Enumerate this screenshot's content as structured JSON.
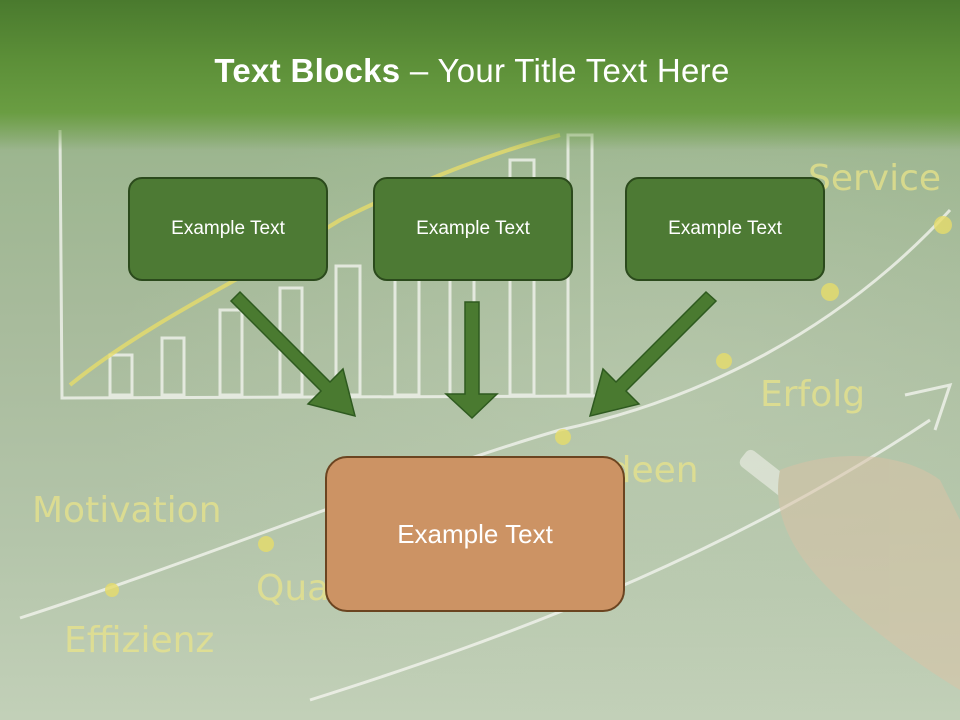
{
  "slide": {
    "title_bold": "Text Blocks",
    "title_dash": " – ",
    "title_rest": "Your Title Text Here"
  },
  "boxes": {
    "top_left": "Example Text",
    "top_center": "Example Text",
    "top_right": "Example Text",
    "bottom": "Example Text"
  },
  "background_words": {
    "service": "Service",
    "erfolg": "Erfolg",
    "ideen": "Ideen",
    "motivation": "Motivation",
    "qualitaet": "Qua",
    "effizienz": "Effizienz"
  },
  "colors": {
    "header_green": "#5c8f38",
    "box_green": "#4d7a34",
    "box_orange": "#cc9364",
    "arrow_green": "#4a7a30"
  }
}
